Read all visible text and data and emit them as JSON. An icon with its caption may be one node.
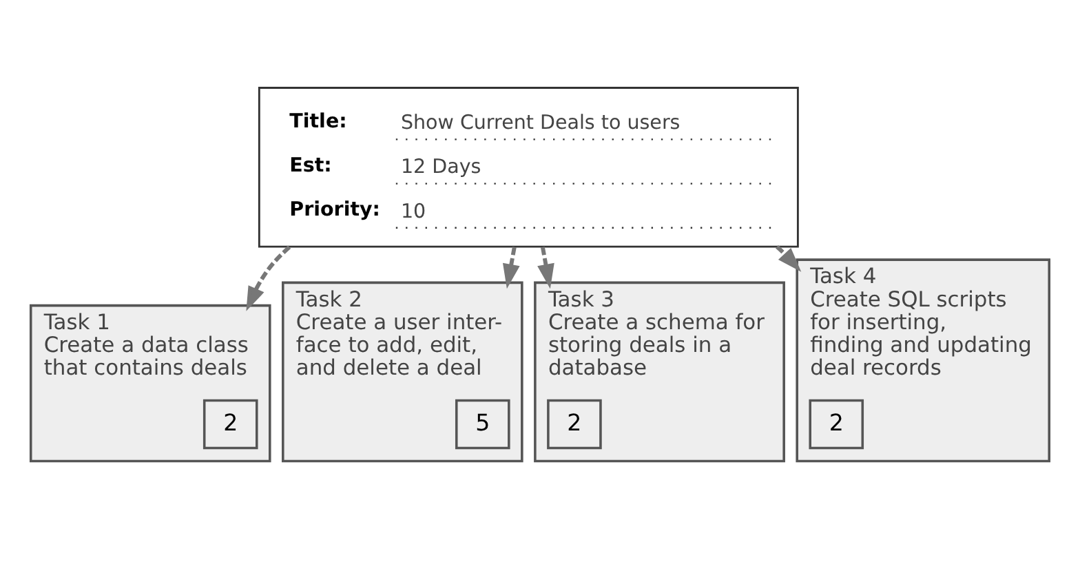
{
  "diagram": {
    "nodes": [
      {
        "text": [
          "Title:",
          "Show Current Deals to users",
          "Est:",
          "12 Days",
          "Priority:",
          "10"
        ]
      },
      {
        "text": [
          "Task 1",
          "Create a data class that contains deals"
        ]
      },
      {
        "text": [
          "2"
        ],
        "in": 1
      },
      {
        "text": [
          "Task 2",
          "Create a user inter- face to add, edit, and delete a deal"
        ]
      },
      {
        "text": [
          "5"
        ],
        "in": 3
      },
      {
        "text": [
          "Task 3",
          "Create a schema for storing deals in a database"
        ]
      },
      {
        "text": [
          "2"
        ],
        "in": 5
      },
      {
        "text": [
          "Task 4",
          "Create SQL scripts for inserting, finding and updating deal records"
        ]
      },
      {
        "text": [
          "2"
        ],
        "in": 7
      }
    ],
    "edges": [
      {
        "from": 0,
        "to": 1,
        "arrow": "to",
        "style": "dashed"
      },
      {
        "from": 0,
        "to": 3,
        "arrow": "to",
        "style": "dashed"
      },
      {
        "from": 0,
        "to": 5,
        "arrow": "to",
        "style": "dashed"
      },
      {
        "from": 0,
        "to": 7,
        "arrow": "to",
        "style": "dashed"
      }
    ]
  }
}
